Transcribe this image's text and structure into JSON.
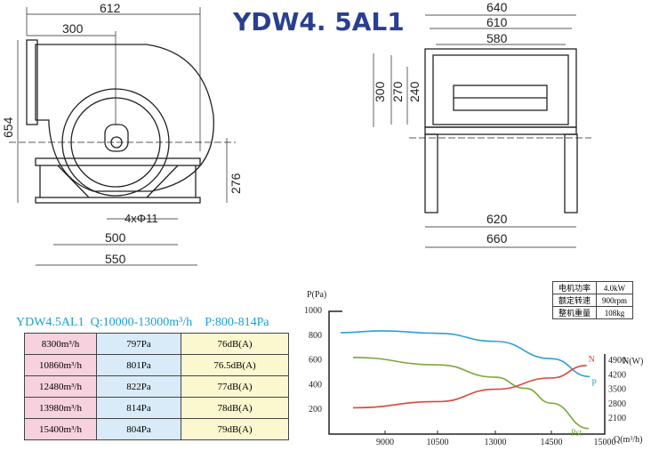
{
  "title": "YDW4. 5AL1",
  "side_view": {
    "dims": [
      "612",
      "300",
      "654",
      "276",
      "4xΦ11",
      "500",
      "550"
    ]
  },
  "front_view": {
    "dims": [
      "640",
      "610",
      "580",
      "300",
      "270",
      "240",
      "620",
      "660"
    ]
  },
  "spec": {
    "model": "YDW4.5AL1",
    "flow": "Q:10000-13000m³/h",
    "pressure": "P:800-814Pa"
  },
  "performance": [
    [
      "8300m³/h",
      "797Pa",
      "76dB(A)"
    ],
    [
      "10860m³/h",
      "801Pa",
      "76.5dB(A)"
    ],
    [
      "12480m³/h",
      "822Pa",
      "77dB(A)"
    ],
    [
      "13980m³/h",
      "814Pa",
      "78dB(A)"
    ],
    [
      "15400m³/h",
      "804Pa",
      "79dB(A)"
    ]
  ],
  "motor": [
    [
      "电机功率",
      "4.0kW"
    ],
    [
      "额定转速",
      "900rpm"
    ],
    [
      "整机重量",
      "108kg"
    ]
  ],
  "chart_data": {
    "type": "line",
    "ylabel": "P(Pa)",
    "xlabel": "Q(m³/h)",
    "y2label": "N(W)",
    "ylim": [
      0,
      1000
    ],
    "yticks": [
      "1000",
      "800",
      "600",
      "400",
      "200"
    ],
    "xticks": [
      "9000",
      "10500",
      "13000",
      "14500",
      "15000"
    ],
    "y2ticks": [
      "4900",
      "4200",
      "3500",
      "2800",
      "2100"
    ],
    "series": [
      {
        "name": "P",
        "color": "#2a9fd6",
        "axis": "left",
        "x": [
          7730,
          8920,
          10520,
          13000,
          14500,
          14860
        ],
        "y": [
          820,
          835,
          815,
          750,
          610,
          465
        ]
      },
      {
        "name": "Pst",
        "color": "#7aa83a",
        "axis": "left",
        "x": [
          8085,
          10520,
          13000,
          13800,
          14500,
          14850
        ],
        "y": [
          620,
          560,
          460,
          370,
          250,
          45
        ]
      },
      {
        "name": "N",
        "color": "#d9473a",
        "axis": "right",
        "x": [
          8085,
          10520,
          13000,
          14500,
          14830
        ],
        "y": [
          2600,
          2900,
          3500,
          4050,
          4650
        ]
      }
    ]
  }
}
